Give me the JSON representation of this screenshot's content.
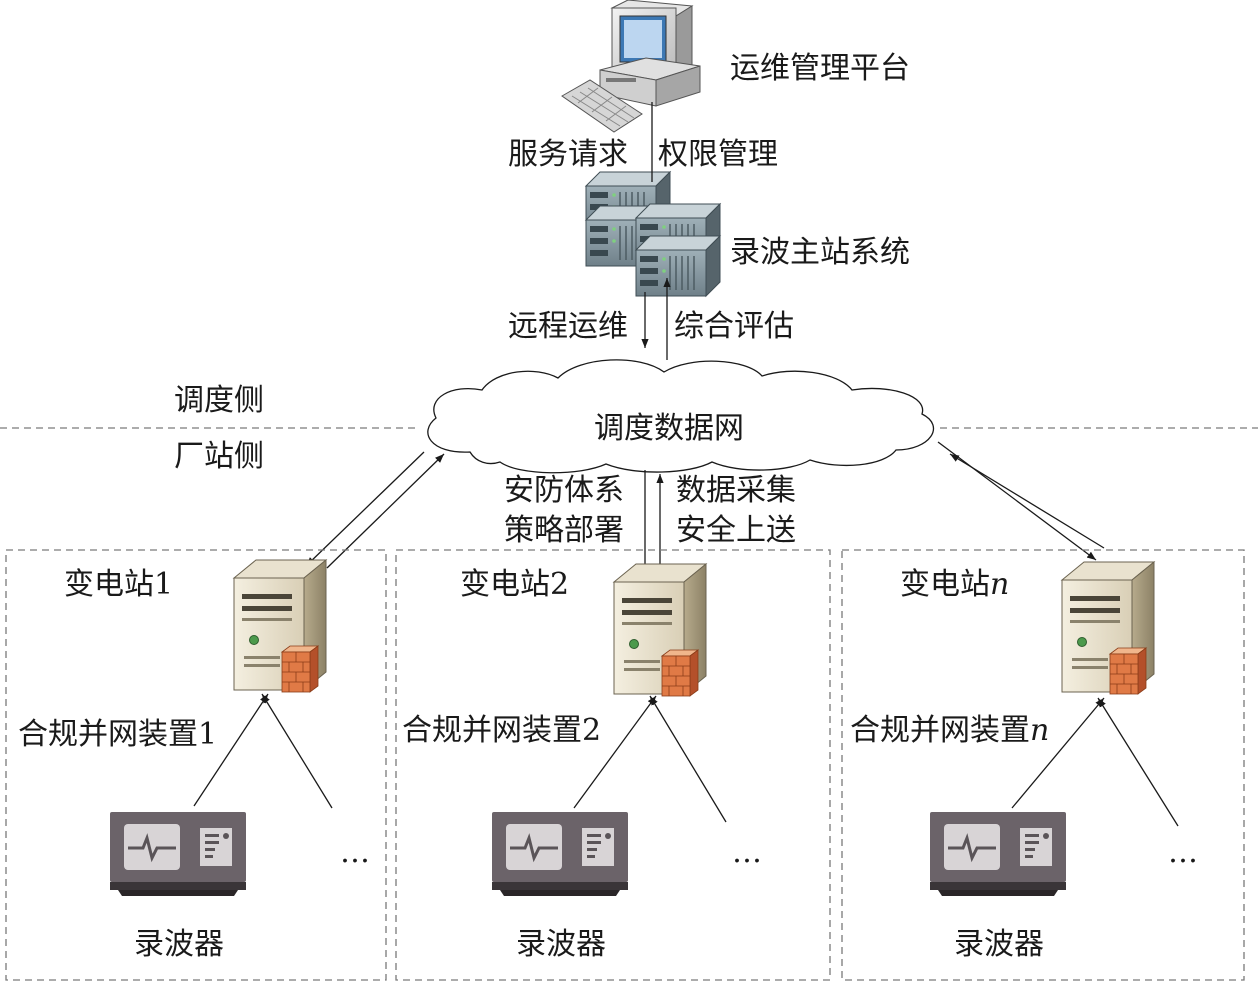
{
  "top": {
    "platform_label": "运维管理平台",
    "service_request": "服务请求",
    "permission_mgmt": "权限管理",
    "master_station": "录波主站系统",
    "remote_ops": "远程运维",
    "comprehensive_eval": "综合评估"
  },
  "zones": {
    "dispatch_side": "调度侧",
    "plant_side": "厂站侧",
    "network": "调度数据网"
  },
  "middle": {
    "security_system": "安防体系",
    "strategy_deploy": "策略部署",
    "data_collection": "数据采集",
    "secure_upload": "安全上送"
  },
  "substations": [
    {
      "name": "变电站",
      "suffix": "1",
      "device": "合规并网装置",
      "device_suffix": "1",
      "recorder": "录波器",
      "ellipsis": "…"
    },
    {
      "name": "变电站",
      "suffix": "2",
      "device": "合规并网装置",
      "device_suffix": "2",
      "recorder": "录波器",
      "ellipsis": "…"
    },
    {
      "name": "变电站",
      "suffix": "n",
      "device": "合规并网装置",
      "device_suffix": "n",
      "recorder": "录波器",
      "ellipsis": "…"
    }
  ]
}
